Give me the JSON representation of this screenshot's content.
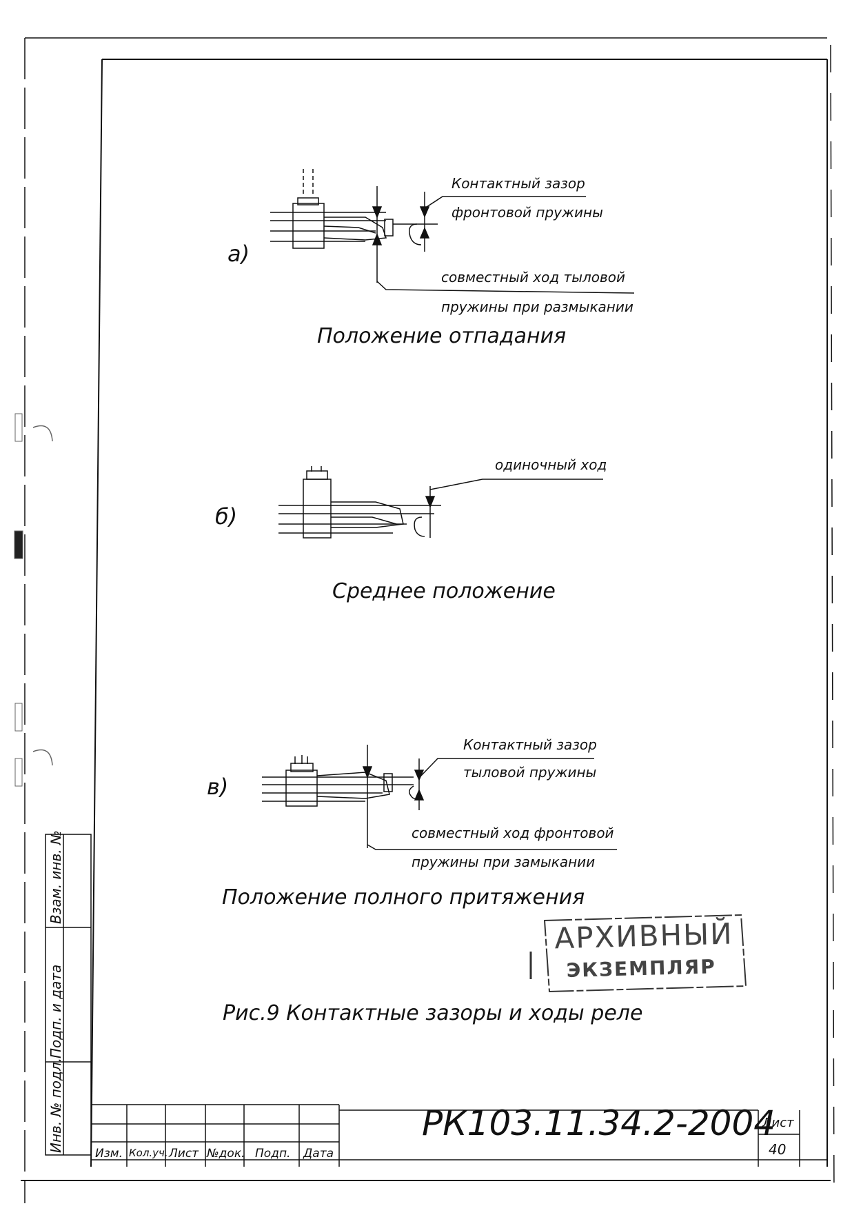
{
  "figure_a": {
    "letter": "а)",
    "label_gap_line1": "Контактный зазор",
    "label_gap_line2": "фронтовой пружины",
    "label_travel_line1": "совместный ход тыловой",
    "label_travel_line2": "пружины при размыкании",
    "caption": "Положение отпадания"
  },
  "figure_b": {
    "letter": "б)",
    "label_single": "одиночный ход",
    "caption": "Среднее положение"
  },
  "figure_c": {
    "letter": "в)",
    "label_gap_line1": "Контактный зазор",
    "label_gap_line2": "тыловой пружины",
    "label_travel_line1": "совместный ход фронтовой",
    "label_travel_line2": "пружины при замыкании",
    "caption": "Положение полного притяжения"
  },
  "figure_caption": "Рис.9 Контактные зазоры и ходы реле",
  "stamp": {
    "line1": "АРХИВНЫЙ",
    "line2": "ЭКЗЕМПЛЯР"
  },
  "side_strip": {
    "vzam_inv": "Взам. инв. №",
    "podp_data": "Подп. и дата",
    "inv_podl": "Инв. № подл."
  },
  "title_block": {
    "col_izm": "Изм.",
    "col_kol_uch": "Кол.уч.",
    "col_list": "Лист",
    "col_n_dok": "№док.",
    "col_podp": "Подп.",
    "col_data": "Дата",
    "doc_number": "РК103.11.34.2-2004",
    "sheet_label": "Лист",
    "sheet_number": "40"
  }
}
